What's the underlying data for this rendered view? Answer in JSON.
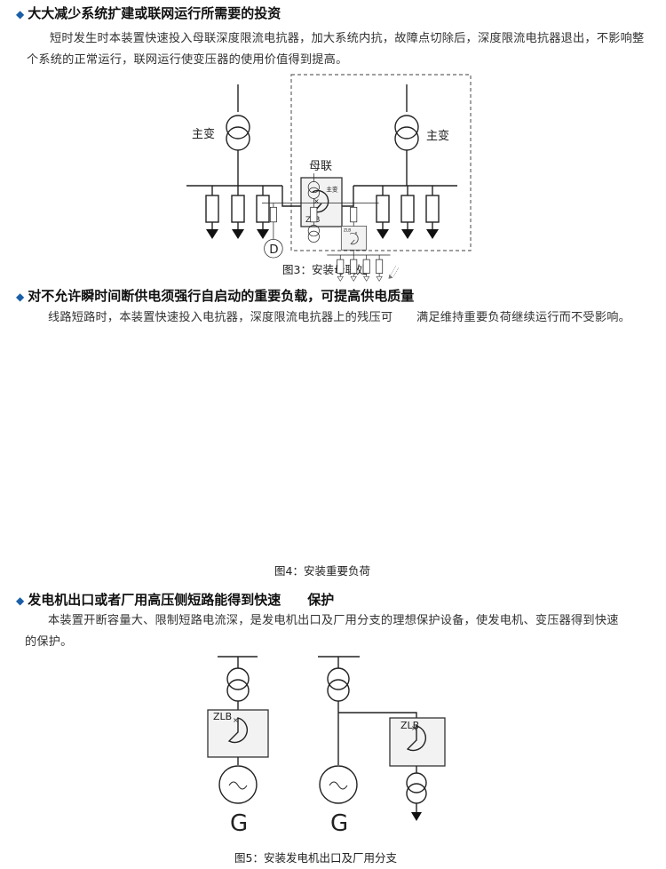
{
  "section1": {
    "heading": "大大减少系统扩建或联网运行所需要的投资",
    "text": "短时发生时本装置快速投入母联深度限流电抗器，加大系统内抗，故障点切除后，深度限流电抗器退出，不影响整个系统的正常运行，联网运行使变压器的使用价值得到提高。",
    "diagram": {
      "label_main_left": "主变",
      "label_main_right": "主变",
      "label_tie": "母联",
      "label_zlb": "ZLB"
    },
    "caption": "图3：安装母联处"
  },
  "section2": {
    "heading": "对不允许瞬时间断供电须强行自启动的重要负载，可提高供电质量",
    "text": "线路短路时，本装置快速投入电抗器，深度限流电抗器上的残压可　　满足维持重要负荷继续运行而不受影响。",
    "diagram": {
      "label_main": "主变",
      "label_zlb": "ZLB",
      "label_motor": "D"
    },
    "caption": "图4：安装重要负荷"
  },
  "section3": {
    "heading": "发电机出口或者厂用高压侧短路能得到快速　　保护",
    "text": "本装置开断容量大、限制短路电流深，是发电机出口及厂用分支的理想保护设备，使发电机、变压器得到快速　　的保护。",
    "diagram": {
      "label_zlb_left": "ZLB",
      "label_zlb_right": "ZLB",
      "label_gen_left": "G",
      "label_gen_right": "G"
    },
    "caption": "图5：安装发电机出口及厂用分支"
  },
  "colors": {
    "bullet": "#1a5fa8",
    "line": "#222222",
    "box_fill": "#f2f2f2"
  },
  "icons": {
    "bullet": "diamond-bullet-icon"
  }
}
